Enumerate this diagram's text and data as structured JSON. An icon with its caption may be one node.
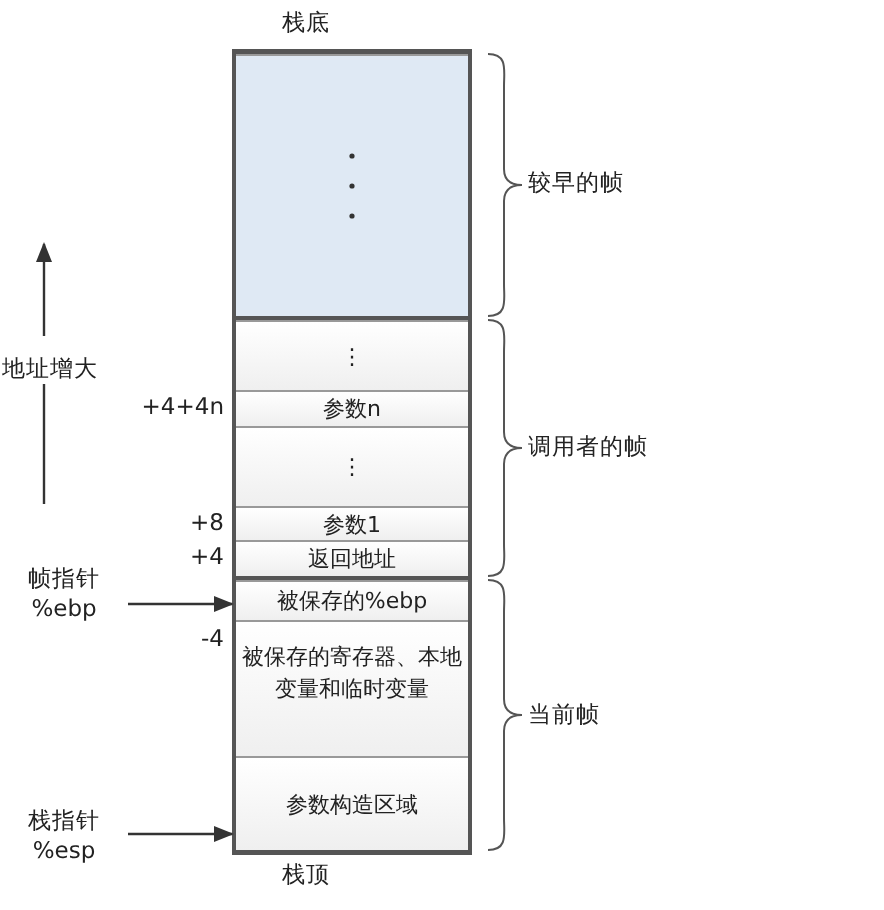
{
  "diagram": {
    "nodes": [
      {
        "text": [],
        "shape": "box"
      },
      {
        "text": [
          "⋮"
        ]
      },
      {
        "text": [
          "参数n"
        ],
        "beside": [
          "+4+4n"
        ]
      },
      {
        "text": [
          "⋮"
        ]
      },
      {
        "text": [
          "参数1"
        ],
        "beside": [
          "+8"
        ]
      },
      {
        "text": [
          "返回地址"
        ],
        "beside": [
          "+4"
        ]
      },
      {
        "text": [
          "被保存的%ebp"
        ]
      },
      {
        "text": [
          "被保存的寄存器、本地变量和临时变量"
        ],
        "beside": [
          "-4"
        ]
      },
      {
        "text": [
          "参数构造区域"
        ]
      },
      {
        "text": [
          "帧指针 %ebp"
        ]
      },
      {
        "text": [
          "栈指针 %esp"
        ]
      }
    ],
    "edges": [
      {
        "from": 9,
        "to": 6,
        "arrow": "to"
      },
      {
        "from": 10,
        "to": 8,
        "arrow": "to"
      }
    ],
    "labels": [
      "栈底",
      "地址增大",
      "较早的帧",
      "调用者的帧",
      "当前帧",
      "栈顶"
    ]
  }
}
